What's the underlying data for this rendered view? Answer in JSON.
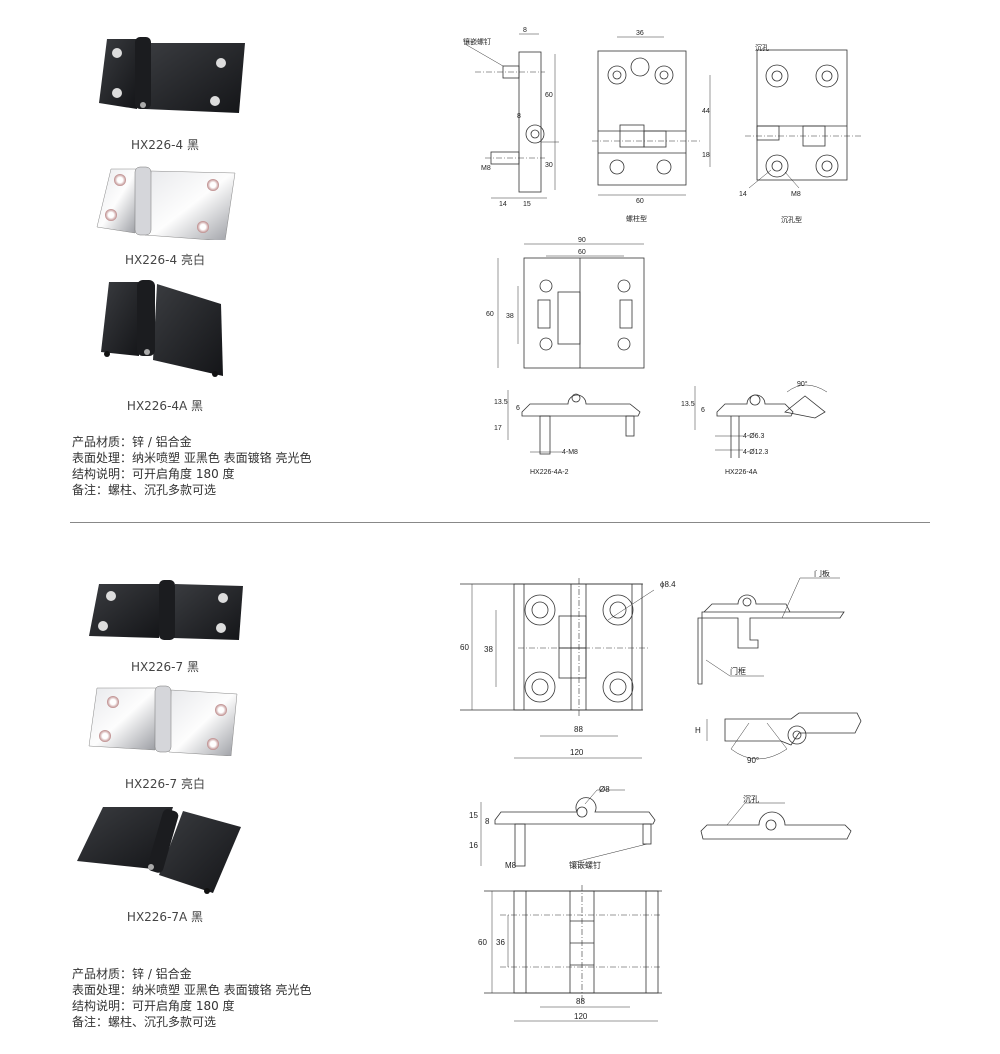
{
  "section1": {
    "products": [
      {
        "caption": "HX226-4 黑",
        "finish": "black"
      },
      {
        "caption": "HX226-4 亮白",
        "finish": "chrome"
      },
      {
        "caption": "HX226-4A 黑",
        "finish": "black"
      }
    ],
    "specs": [
      "产品材质：锌 / 铝合金",
      "表面处理：纳米喷塑 亚黑色 表面镀铬 亮光色",
      "结构说明：可开启角度 180 度",
      "备注：螺柱、沉孔多款可选"
    ],
    "drawings": {
      "side": {
        "insert_label": "镶嵌螺钉",
        "d8_top": "8",
        "d60": "60",
        "d8_hole": "8",
        "m8": "M8",
        "d30": "30",
        "d14": "14",
        "d15": "15"
      },
      "stud": {
        "d36": "36",
        "d44": "44",
        "d18": "18",
        "d60": "60",
        "caption": "螺柱型"
      },
      "counter": {
        "label": "沉孔",
        "d14": "14",
        "m8": "M8",
        "caption": "沉孔型"
      },
      "top": {
        "d90": "90",
        "d60w": "60",
        "d60h": "60",
        "d38": "38"
      },
      "a2": {
        "d135": "13.5",
        "d6": "6",
        "d17": "17",
        "m8": "4-M8",
        "caption": "HX226-4A-2"
      },
      "a": {
        "d135": "13.5",
        "d6": "6",
        "angle": "90°",
        "h1": "4-Ø6.3",
        "h2": "4-Ø12.3",
        "caption": "HX226-4A"
      }
    }
  },
  "section2": {
    "products": [
      {
        "caption": "HX226-7 黑",
        "finish": "black"
      },
      {
        "caption": "HX226-7 亮白",
        "finish": "chrome"
      },
      {
        "caption": "HX226-7A 黑",
        "finish": "black"
      }
    ],
    "specs": [
      "产品材质：锌 / 铝合金",
      "表面处理：纳米喷塑 亚黑色 表面镀铬 亮光色",
      "结构说明：可开启角度 180 度",
      "备注：螺柱、沉孔多款可选"
    ],
    "drawings": {
      "top": {
        "phi": "ϕ8.4",
        "d60": "60",
        "d38": "38",
        "d88": "88",
        "d120": "120"
      },
      "door": {
        "panel": "门板",
        "frame": "门框"
      },
      "angle": {
        "h": "H",
        "angle": "90°"
      },
      "side": {
        "phi": "Ø8",
        "d15": "15",
        "d8": "8",
        "d16": "16",
        "m8": "M8",
        "insert": "镶嵌螺钉"
      },
      "counter": {
        "label": "沉孔"
      },
      "bottom": {
        "d60": "60",
        "d36": "36",
        "d88": "88",
        "d120": "120"
      }
    }
  }
}
